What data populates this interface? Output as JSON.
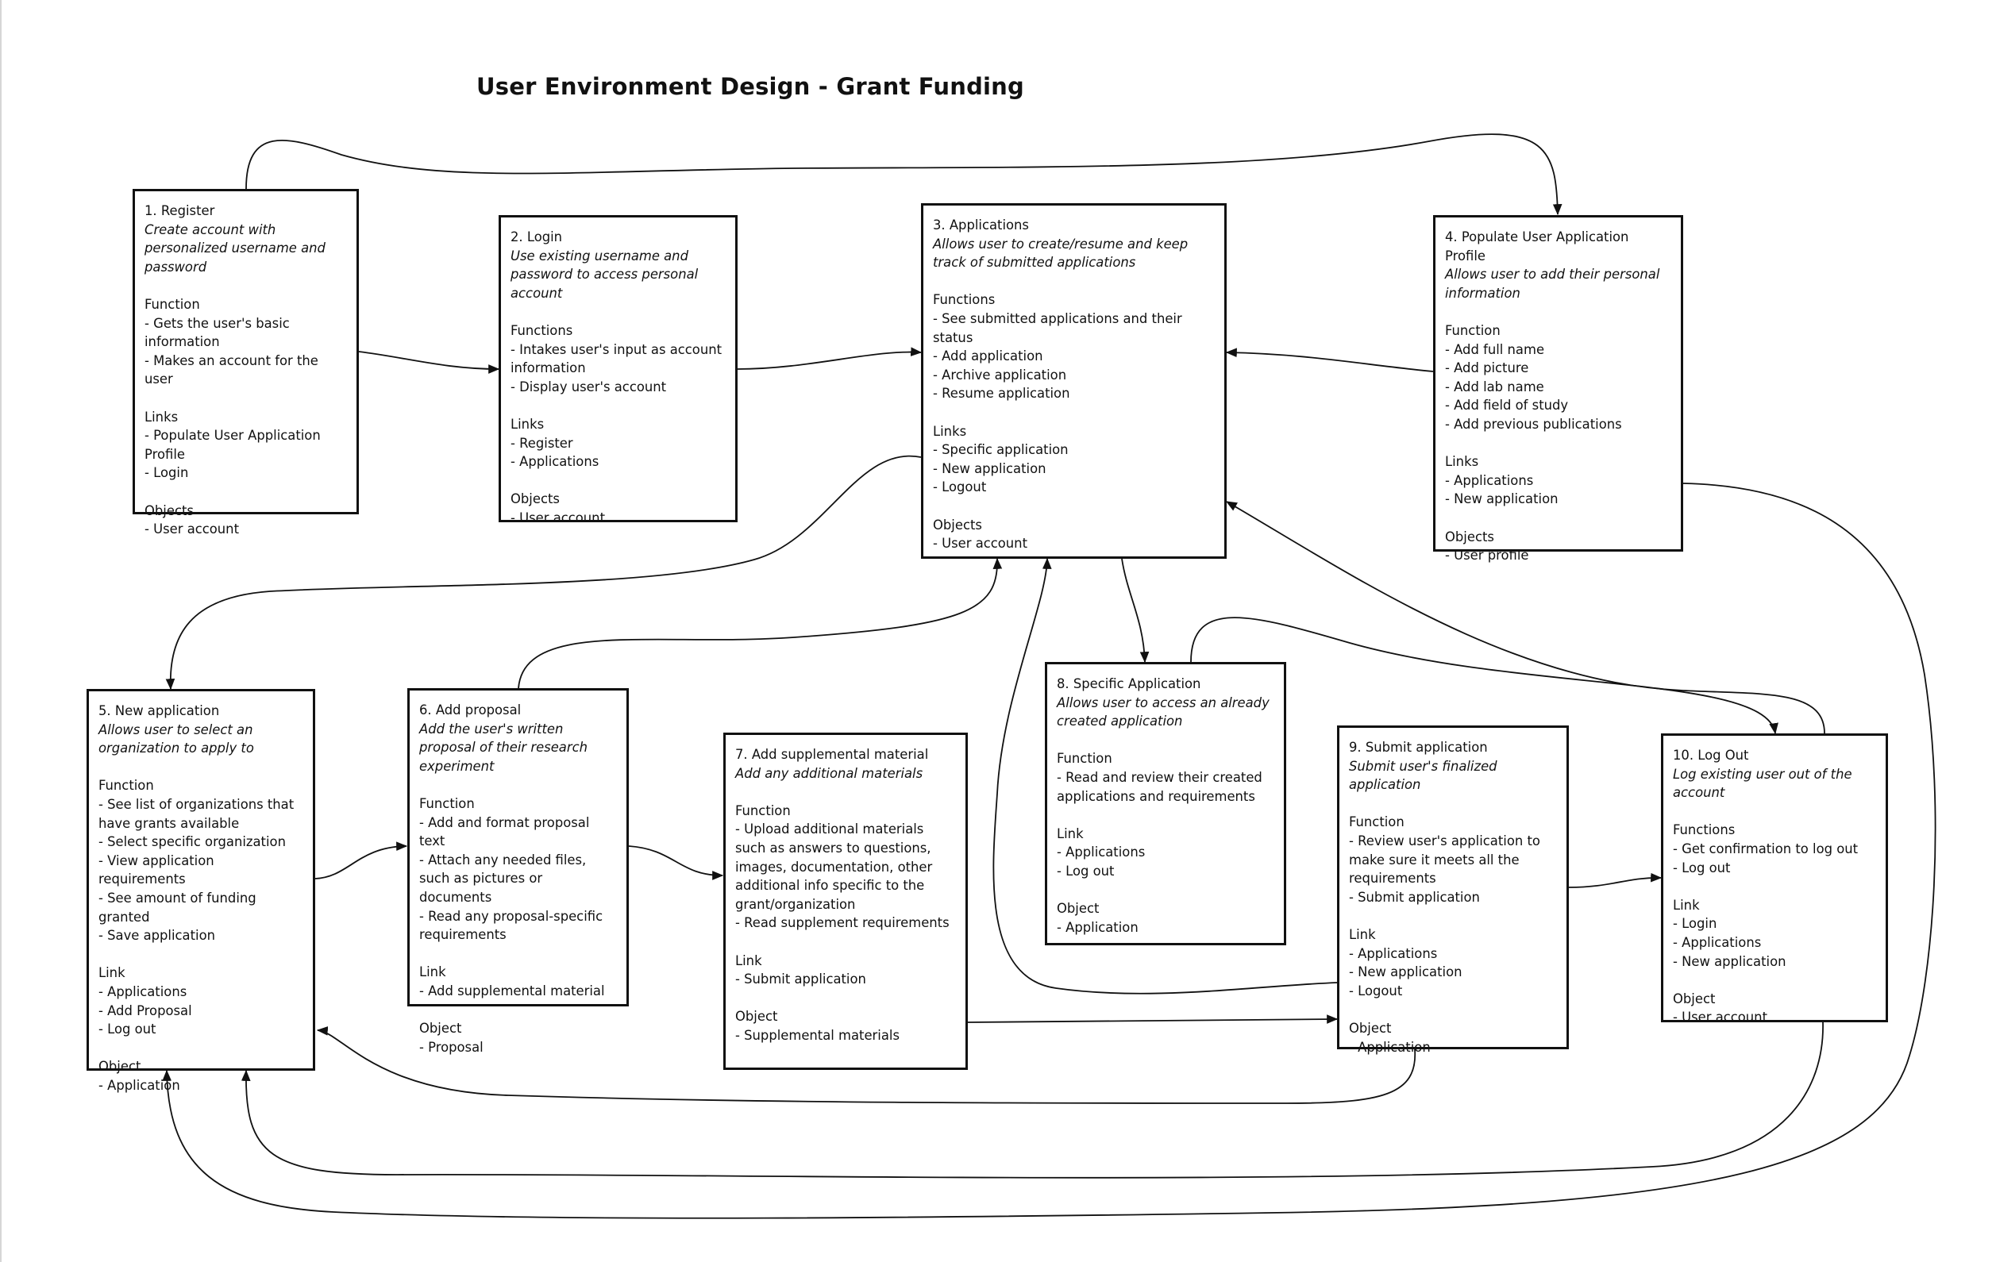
{
  "title": "User Environment Design - Grant Funding",
  "boxes": [
    {
      "name": "1. Register",
      "desc": "Create account with personalized username and password",
      "sections": [
        {
          "heading": "Function",
          "items": [
            "- Gets the user's basic information",
            "- Makes an account for the user"
          ]
        },
        {
          "heading": "Links",
          "items": [
            "- Populate User Application Profile",
            "- Login"
          ]
        },
        {
          "heading": "Objects",
          "items": [
            "- User account"
          ]
        }
      ]
    },
    {
      "name": "2. Login",
      "desc": "Use existing username and password to access personal account",
      "sections": [
        {
          "heading": "Functions",
          "items": [
            "- Intakes user's input as account information",
            "- Display user's account"
          ]
        },
        {
          "heading": "Links",
          "items": [
            "- Register",
            "- Applications"
          ]
        },
        {
          "heading": "Objects",
          "items": [
            "- User account"
          ]
        }
      ]
    },
    {
      "name": "3. Applications",
      "desc": "Allows user to create/resume and keep track of submitted applications",
      "sections": [
        {
          "heading": "Functions",
          "items": [
            "- See submitted applications and their status",
            "- Add application",
            "- Archive application",
            "- Resume application"
          ]
        },
        {
          "heading": "Links",
          "items": [
            "- Specific application",
            "- New application",
            "- Logout"
          ]
        },
        {
          "heading": "Objects",
          "items": [
            "- User account"
          ]
        }
      ]
    },
    {
      "name": "4. Populate User Application Profile",
      "desc": "Allows user to add their personal information",
      "sections": [
        {
          "heading": "Function",
          "items": [
            "- Add full name",
            "- Add picture",
            "- Add lab name",
            "- Add field of study",
            "- Add previous publications"
          ]
        },
        {
          "heading": "Links",
          "items": [
            "- Applications",
            "- New application"
          ]
        },
        {
          "heading": "Objects",
          "items": [
            "- User profile"
          ]
        }
      ]
    },
    {
      "name": "5. New application",
      "desc": "Allows user to select an organization to apply to",
      "sections": [
        {
          "heading": "Function",
          "items": [
            "- See list of organizations that have grants available",
            "- Select specific organization",
            "- View application requirements",
            "- See amount of funding granted",
            "- Save application"
          ]
        },
        {
          "heading": "Link",
          "items": [
            "- Applications",
            "- Add Proposal",
            "- Log out"
          ]
        },
        {
          "heading": "Object",
          "items": [
            "- Application"
          ]
        }
      ]
    },
    {
      "name": "6. Add proposal",
      "desc": "Add the user's written proposal of their research experiment",
      "sections": [
        {
          "heading": "Function",
          "items": [
            "- Add and format proposal text",
            "- Attach any needed files, such as pictures or documents",
            "- Read any proposal-specific requirements"
          ]
        },
        {
          "heading": "Link",
          "items": [
            "- Add supplemental material"
          ]
        },
        {
          "heading": "Object",
          "items": [
            "- Proposal"
          ]
        }
      ]
    },
    {
      "name": "7. Add supplemental material",
      "desc": "Add any additional materials",
      "sections": [
        {
          "heading": "Function",
          "items": [
            "- Upload additional materials such as answers to questions, images, documentation, other additional info specific to the grant/organization",
            "- Read supplement requirements"
          ]
        },
        {
          "heading": "Link",
          "items": [
            "- Submit application"
          ]
        },
        {
          "heading": "Object",
          "items": [
            "- Supplemental materials"
          ]
        }
      ]
    },
    {
      "name": "8. Specific Application",
      "desc": "Allows user to access an already created application",
      "sections": [
        {
          "heading": "Function",
          "items": [
            "- Read and review their created applications and requirements"
          ]
        },
        {
          "heading": "Link",
          "items": [
            "- Applications",
            "- Log out"
          ]
        },
        {
          "heading": "Object",
          "items": [
            "- Application"
          ]
        }
      ]
    },
    {
      "name": "9. Submit application",
      "desc": "Submit user's finalized application",
      "sections": [
        {
          "heading": "Function",
          "items": [
            "- Review user's application to make sure it meets all the requirements",
            "- Submit application"
          ]
        },
        {
          "heading": "Link",
          "items": [
            "- Applications",
            "- New application",
            "- Logout"
          ]
        },
        {
          "heading": "Object",
          "items": [
            "- Application"
          ]
        }
      ]
    },
    {
      "name": "10. Log Out",
      "desc": "Log existing user out of the account",
      "sections": [
        {
          "heading": "Functions",
          "items": [
            "- Get confirmation to log out",
            "- Log out"
          ]
        },
        {
          "heading": "Link",
          "items": [
            "- Login",
            "-  Applications",
            "- New application"
          ]
        },
        {
          "heading": "Object",
          "items": [
            "- User account"
          ]
        }
      ]
    }
  ]
}
